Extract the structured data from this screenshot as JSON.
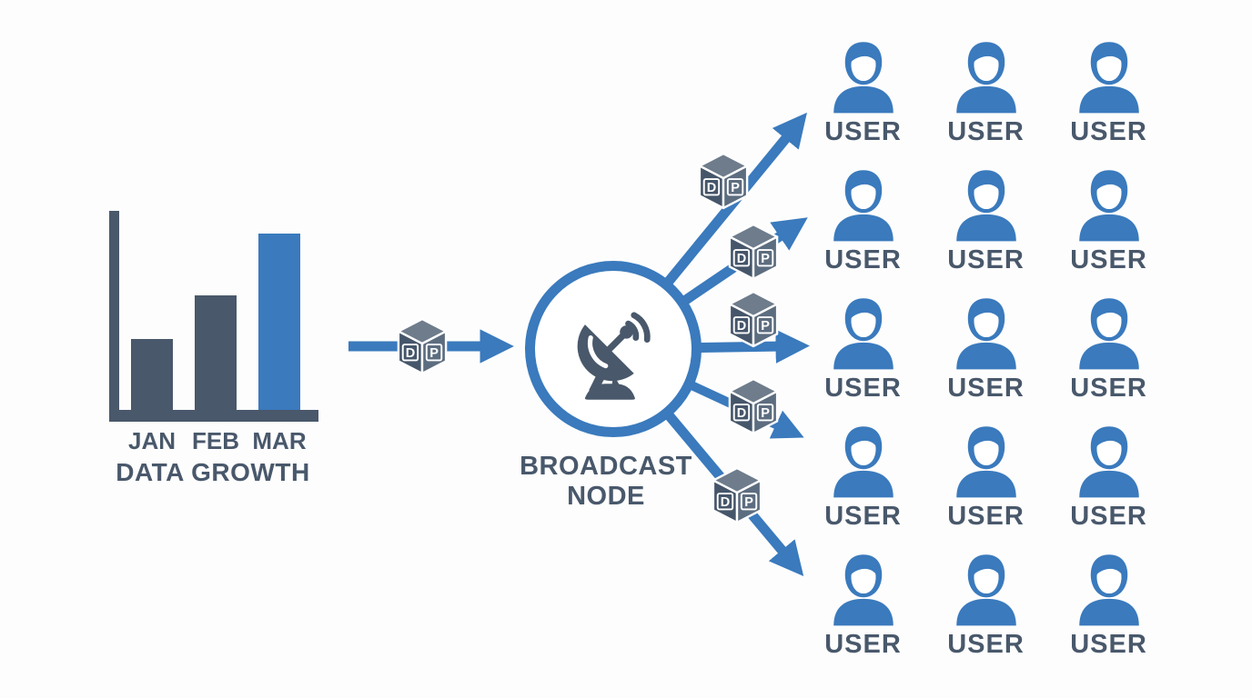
{
  "colors": {
    "background": "#fdfdfd",
    "blue": "#3a7abd",
    "slate": "#49586b",
    "text": "#49586b",
    "cube_top": "#6e7c8c",
    "cube_left": "#46566a",
    "cube_right": "#5d6d80",
    "white": "#ffffff"
  },
  "chart_data": {
    "type": "bar",
    "title": "DATA GROWTH",
    "categories": [
      "JAN",
      "FEB",
      "MAR"
    ],
    "values": [
      40,
      65,
      100
    ],
    "series_colors": [
      "#49586b",
      "#49586b",
      "#3a7abd"
    ],
    "xlabel": "",
    "ylabel": "",
    "ylim": [
      0,
      100
    ],
    "grid": false,
    "legend": false
  },
  "flow": {
    "packet_icon": "data-packet-cube-icon",
    "packet_front_letter": "D",
    "packet_side_letter": "P",
    "packet_count": 6,
    "broadcast_label": "BROADCAST NODE",
    "broadcast_icon": "satellite-dish-icon",
    "fanout_arrows": 5
  },
  "users": {
    "label": "USER",
    "icon": "person-icon",
    "rows": 5,
    "cols": 3,
    "count": 15
  }
}
